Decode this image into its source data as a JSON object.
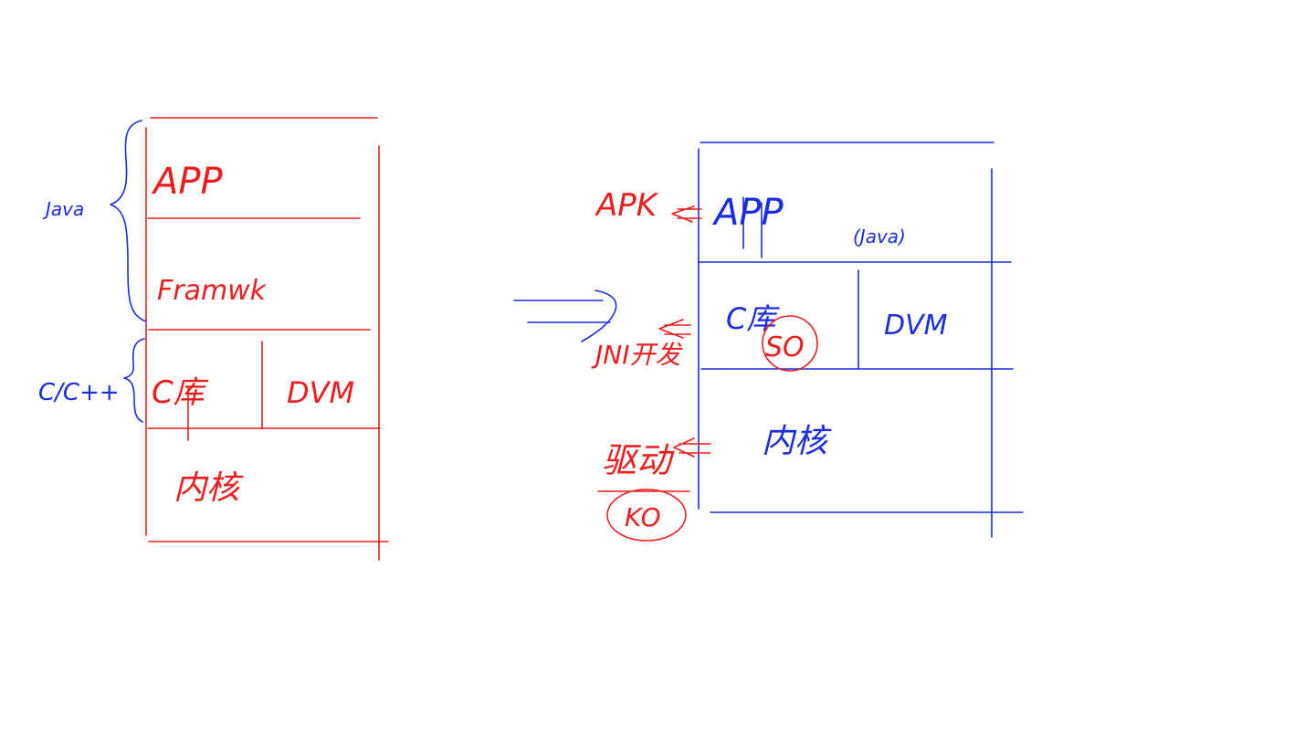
{
  "colors": {
    "red": "#ee1c1c",
    "blue": "#1a2ce0",
    "background": "#ffffff"
  },
  "left_diagram": {
    "brace_top_label": "Java",
    "brace_bottom_label": "C/C++",
    "layers": {
      "app": "APP",
      "framework": "Framwk",
      "c_lib": "C库",
      "dvm": "DVM",
      "kernel": "内核"
    }
  },
  "right_diagram": {
    "app": "APP",
    "app_lang": "(Java)",
    "c_lib": "C库",
    "so": "SO",
    "dvm": "DVM",
    "kernel": "内核",
    "apk_label": "APK",
    "jni_label": "JNI开发",
    "driver_label": "驱动",
    "ko_label": "KO"
  }
}
